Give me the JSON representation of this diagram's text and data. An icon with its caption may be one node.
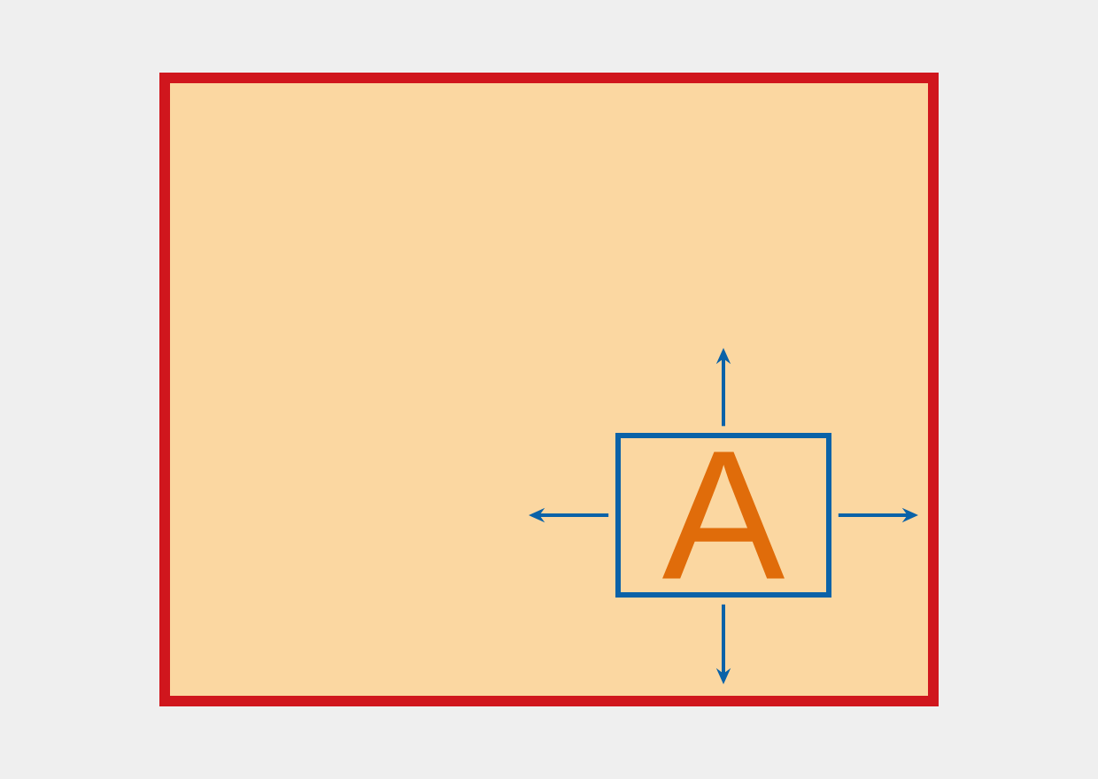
{
  "diagram": {
    "nodes": [
      {
        "text": [],
        "shape": "box"
      },
      {
        "text": [
          "A"
        ],
        "in": 0
      }
    ],
    "edges": [
      {
        "from": 1,
        "to": null,
        "arrow": "to"
      },
      {
        "from": 1,
        "to": null,
        "arrow": "to"
      },
      {
        "from": 1,
        "to": null,
        "arrow": "to"
      },
      {
        "from": 1,
        "to": null,
        "arrow": "to"
      }
    ]
  }
}
